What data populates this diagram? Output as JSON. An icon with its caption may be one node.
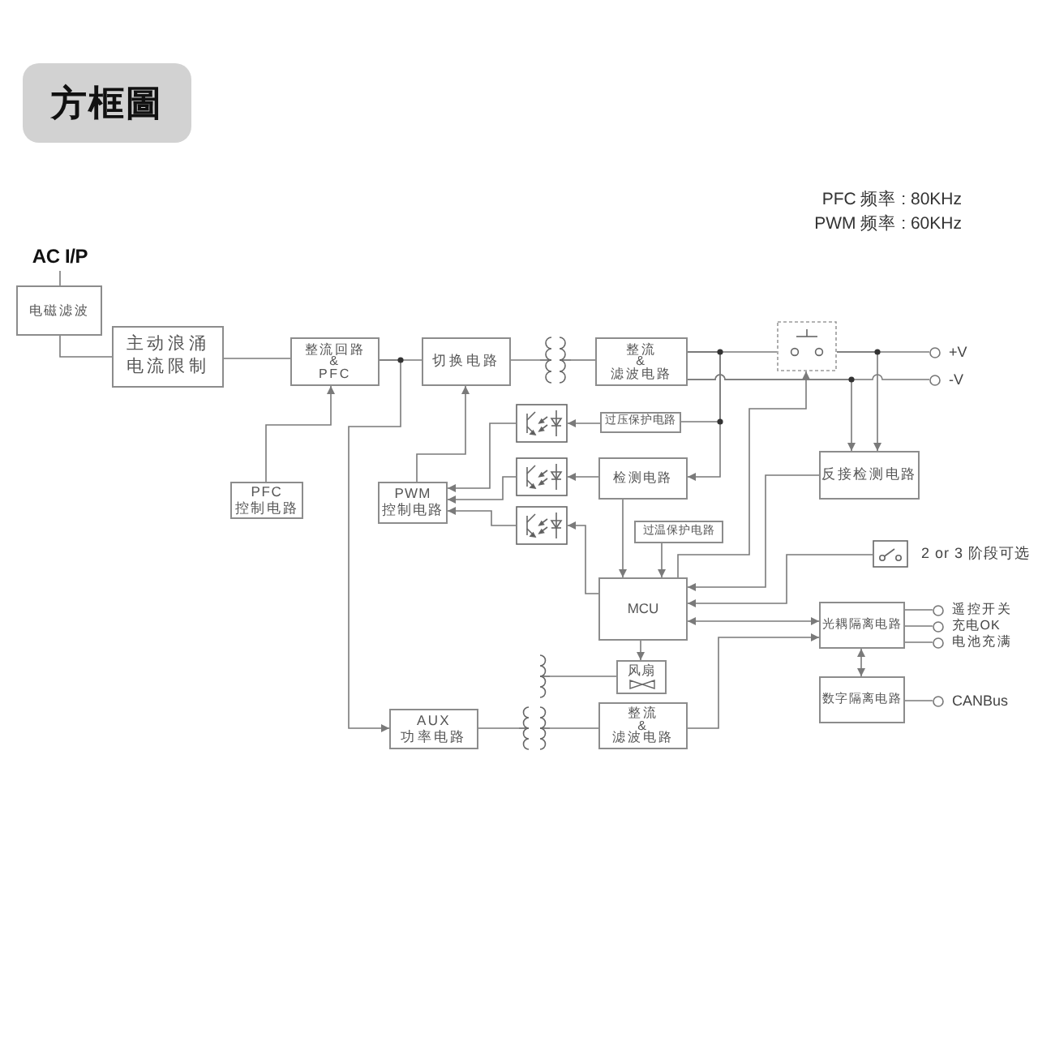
{
  "diagram": {
    "title": "方框圖",
    "nodes": [
      {
        "text": [
          "AC I/P"
        ]
      },
      {
        "text": [
          "电磁滤波"
        ]
      },
      {
        "text": [
          "主动浪涌电流限制"
        ]
      },
      {
        "text": [
          "整流回路 & PFC"
        ]
      },
      {
        "text": [
          "切换电路"
        ]
      },
      {
        "text": [],
        "shape": "picture"
      },
      {
        "text": [
          "整流 & 滤波电路"
        ]
      },
      {
        "text": [],
        "shape": "box"
      },
      {
        "text": [
          "+V"
        ]
      },
      {
        "text": [
          "-V"
        ]
      },
      {
        "text": [
          "过压保护电路"
        ]
      },
      {
        "text": [],
        "shape": "box"
      },
      {
        "text": [],
        "shape": "box"
      },
      {
        "text": [
          "检测电路"
        ]
      },
      {
        "text": [
          "反接检测电路"
        ]
      },
      {
        "text": [
          "PFC 控制电路"
        ]
      },
      {
        "text": [
          "PWM 控制电路"
        ]
      },
      {
        "text": [],
        "shape": "box"
      },
      {
        "text": [
          "过温保护电路"
        ]
      },
      {
        "text": [],
        "shape": "box",
        "beside": [
          "2 or 3 阶段可选"
        ]
      },
      {
        "text": [
          "MCU"
        ]
      },
      {
        "text": [
          "光耦隔离电路"
        ]
      },
      {
        "text": [
          "遥控开关"
        ]
      },
      {
        "text": [
          "充电OK"
        ]
      },
      {
        "text": [
          "电池充满"
        ]
      },
      {
        "text": [
          "风扇"
        ]
      },
      {
        "text": [],
        "shape": "picture"
      },
      {
        "text": [
          "AUX 功率电路"
        ]
      },
      {
        "text": [
          "整流 & 滤波电路"
        ]
      },
      {
        "text": [
          "数字隔离电路"
        ]
      },
      {
        "text": [
          "CANBus"
        ]
      }
    ],
    "edges": [
      {
        "from": 0,
        "to": 1,
        "arrow": "none"
      },
      {
        "from": 1,
        "to": 2,
        "arrow": "none"
      },
      {
        "from": 2,
        "to": 3,
        "arrow": "none"
      },
      {
        "from": 3,
        "to": 4,
        "arrow": "none"
      },
      {
        "from": 4,
        "to": 5,
        "arrow": "none"
      },
      {
        "from": 5,
        "to": 6,
        "arrow": "none"
      },
      {
        "from": 6,
        "to": 7,
        "arrow": "none"
      },
      {
        "from": 7,
        "to": 8,
        "arrow": "none"
      },
      {
        "from": 6,
        "to": 9,
        "arrow": "none"
      },
      {
        "from": 6,
        "to": 10,
        "arrow": "none"
      },
      {
        "from": 6,
        "to": 13,
        "arrow": "to"
      },
      {
        "from": 6,
        "to": 14,
        "arrow": "to"
      },
      {
        "from": 7,
        "to": 14,
        "arrow": "to"
      },
      {
        "from": 15,
        "to": 3,
        "arrow": "to"
      },
      {
        "from": 3,
        "to": 27,
        "arrow": "to"
      },
      {
        "from": 16,
        "to": 4,
        "arrow": "to"
      },
      {
        "from": 10,
        "to": 11,
        "arrow": "to"
      },
      {
        "from": 11,
        "to": 16,
        "arrow": "to"
      },
      {
        "from": 13,
        "to": 12,
        "arrow": "to"
      },
      {
        "from": 12,
        "to": 16,
        "arrow": "to"
      },
      {
        "from": 20,
        "to": 17,
        "arrow": "to"
      },
      {
        "from": 17,
        "to": 16,
        "arrow": "to"
      },
      {
        "from": 13,
        "to": 20,
        "arrow": "to"
      },
      {
        "from": 18,
        "to": 20,
        "arrow": "to"
      },
      {
        "from": 20,
        "to": 7,
        "arrow": "to"
      },
      {
        "from": 14,
        "to": 20,
        "arrow": "to"
      },
      {
        "from": 19,
        "to": 20,
        "arrow": "to"
      },
      {
        "from": 20,
        "to": 21,
        "arrow": "both"
      },
      {
        "from": 21,
        "to": 22,
        "arrow": "none"
      },
      {
        "from": 21,
        "to": 23,
        "arrow": "none"
      },
      {
        "from": 21,
        "to": 24,
        "arrow": "none"
      },
      {
        "from": 21,
        "to": 29,
        "arrow": "both"
      },
      {
        "from": 29,
        "to": 30,
        "arrow": "none"
      },
      {
        "from": 20,
        "to": 25,
        "arrow": "to"
      },
      {
        "from": 26,
        "to": 25,
        "arrow": "none"
      },
      {
        "from": 27,
        "to": 26,
        "arrow": "none"
      },
      {
        "from": 26,
        "to": 28,
        "arrow": "none"
      },
      {
        "from": 28,
        "to": 21,
        "arrow": "to"
      }
    ],
    "labels": [
      "PFC 频率 : 80KHz",
      "PWM 频率 : 60KHz"
    ]
  }
}
